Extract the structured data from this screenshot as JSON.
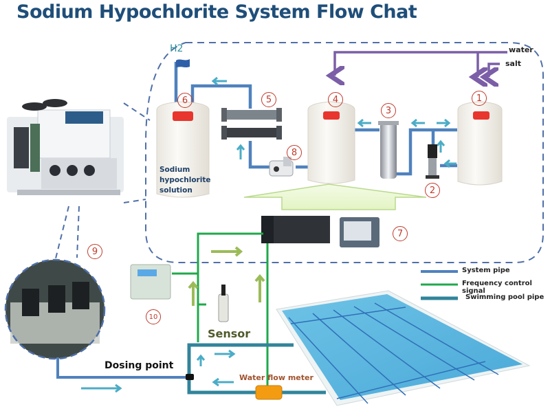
{
  "title": "Sodium Hypochlorite System Flow Chat",
  "inputs": {
    "water": "water",
    "salt": "salt"
  },
  "gas": "H2",
  "tank_label_lines": [
    "Sodium",
    "hypochlorite",
    "solution"
  ],
  "component_numbers": {
    "n1": "1",
    "n2": "2",
    "n3": "3",
    "n4": "4",
    "n5": "5",
    "n6": "6",
    "n7": "7",
    "n8": "8",
    "n9": "9",
    "n10": "10"
  },
  "labels": {
    "sensor": "Sensor",
    "dosing_point": "Dosing point",
    "water_flow_meter": "Water flow meter"
  },
  "legend": [
    {
      "label": "System pipe",
      "color": "#4f81bd"
    },
    {
      "label": "Frequency control signal",
      "color": "#1fa84a"
    },
    {
      "label": "Swimming pool pipe",
      "color": "#31849b"
    }
  ],
  "colors": {
    "title": "#1f4e79",
    "system_pipe": "#4f81bd",
    "signal": "#1fa84a",
    "pool_pipe": "#31849b",
    "feed_line": "#7b5ea7",
    "flow_arrow": "#4bacc6",
    "signal_arrow": "#9bbb59",
    "number": "#c0392b",
    "flow_meter": "#f39c12"
  }
}
